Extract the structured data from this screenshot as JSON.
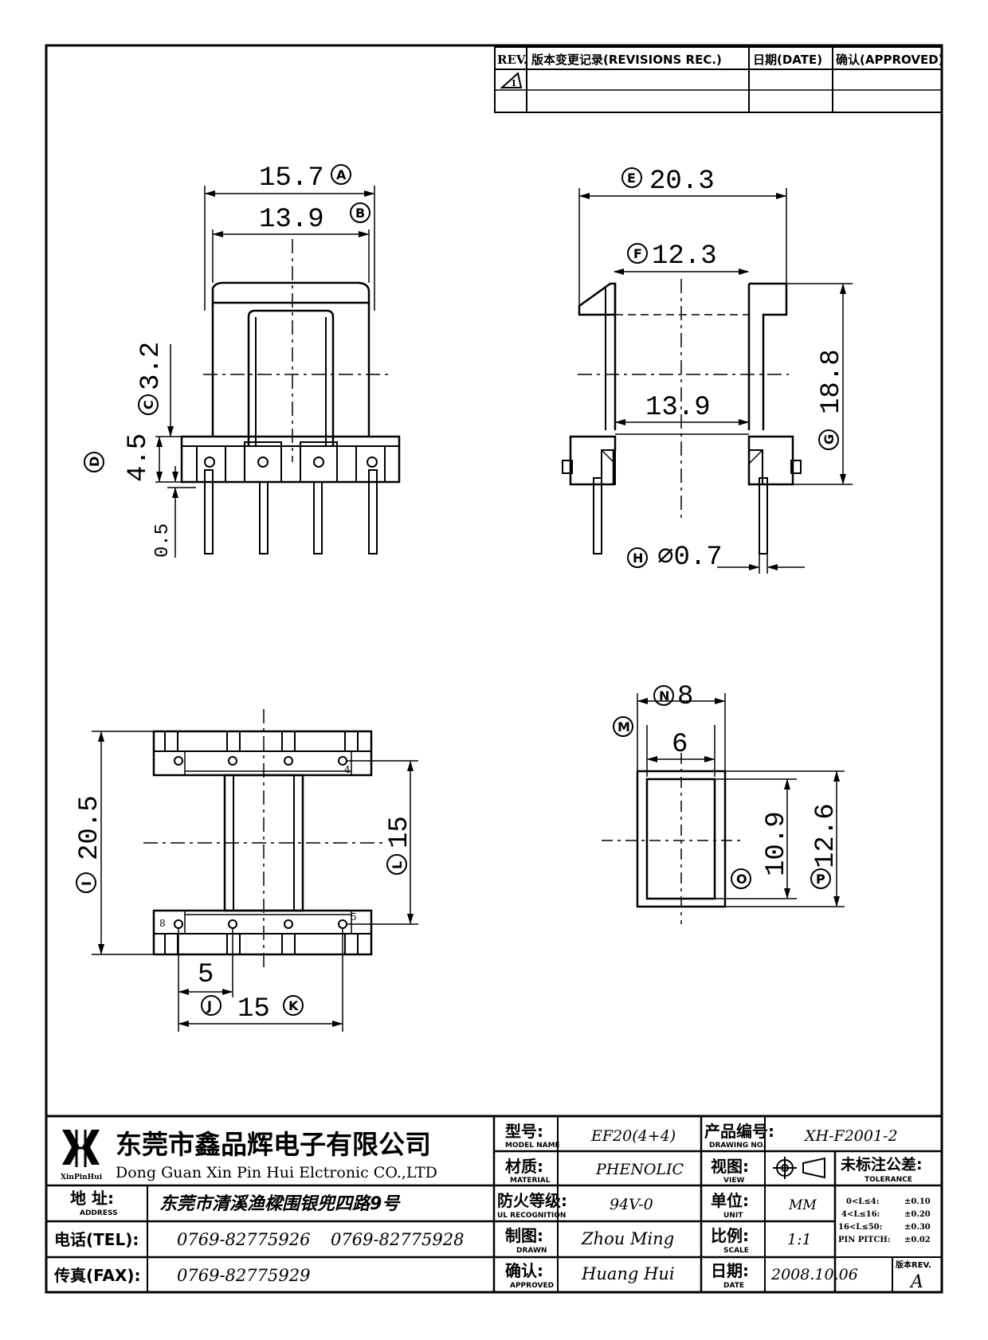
{
  "revision_block": {
    "col_rev": "REV.",
    "col_record": "版本变更记录(REVISIONS REC.)",
    "col_date": "日期(DATE)",
    "col_approved": "确认(APPROVED)",
    "row1_rev_symbol": "1"
  },
  "top_left_view": {
    "dim_A": "15.7",
    "tag_A": "A",
    "dim_B": "13.9",
    "tag_B": "B",
    "dim_C": "3.2",
    "tag_C": "C",
    "dim_D": "4.5",
    "tag_D": "D",
    "dim_small": "0.5"
  },
  "top_right_view": {
    "dim_E": "20.3",
    "tag_E": "E",
    "dim_F": "12.3",
    "tag_F": "F",
    "dim_inner": "13.9",
    "dim_G": "18.8",
    "tag_G": "G",
    "dim_H": "⌀0.7",
    "tag_H": "H"
  },
  "bottom_left_view": {
    "dim_I": "20.5",
    "tag_I": "I",
    "dim_L": "15",
    "tag_L": "L",
    "dim_J": "5",
    "tag_J": "J",
    "dim_K": "15",
    "tag_K": "K",
    "pin_4": "4",
    "pin_8": "8",
    "pin_5": "5"
  },
  "bottom_right_view": {
    "dim_N": "8",
    "tag_N": "N",
    "tag_M": "M",
    "dim_inner_w": "6",
    "dim_O": "10.9",
    "tag_O": "O",
    "dim_P": "12.6",
    "tag_P": "P"
  },
  "title_block": {
    "logo_text": "XinPinHui",
    "company_cn": "东莞市鑫品辉电子有限公司",
    "company_en": "Dong Guan Xin Pin Hui Elctronic CO.,LTD",
    "model_label": "型号:",
    "model_sub": "MODEL NAME",
    "model_value": "EF20(4+4)",
    "drawing_no_label": "产品编号:",
    "drawing_no_sub": "DRAWING NO.",
    "drawing_no_value": "XH-F2001-2",
    "material_label": "材质:",
    "material_sub": "MATERIAL",
    "material_value": "PHENOLIC",
    "view_label": "视图:",
    "view_sub": "VIEW",
    "tolerance_label": "未标注公差:",
    "tolerance_sub": "TOLERANCE",
    "tolerance_rows": [
      {
        "range": "0<L≤4:",
        "value": "±0.10"
      },
      {
        "range": "4<L≤16:",
        "value": "±0.20"
      },
      {
        "range": "16<L≤50:",
        "value": "±0.30"
      },
      {
        "range": "PIN PITCH:",
        "value": "±0.02"
      }
    ],
    "address_label": "地 址:",
    "address_sub": "ADDRESS",
    "address_value": "东莞市清溪渔樑围银兜四路9号",
    "ul_label": "防火等级:",
    "ul_sub": "UL RECOGNITION",
    "ul_value": "94V-0",
    "unit_label": "单位:",
    "unit_sub": "UNIT",
    "unit_value": "MM",
    "tel_label": "电话(TEL):",
    "tel_value_1": "0769-82775926",
    "tel_value_2": "0769-82775928",
    "drawn_label": "制图:",
    "drawn_sub": "DRAWN",
    "drawn_value": "Zhou Ming",
    "scale_label": "比例:",
    "scale_sub": "SCALE",
    "scale_value": "1:1",
    "fax_label": "传真(FAX):",
    "fax_value": "0769-82775929",
    "approved_label": "确认:",
    "approved_sub": "APPROVED",
    "approved_value": "Huang Hui",
    "date_label": "日期:",
    "date_sub": "DATE",
    "date_value": "2008.10.06",
    "rev_label": "版本REV.",
    "rev_value": "A"
  }
}
